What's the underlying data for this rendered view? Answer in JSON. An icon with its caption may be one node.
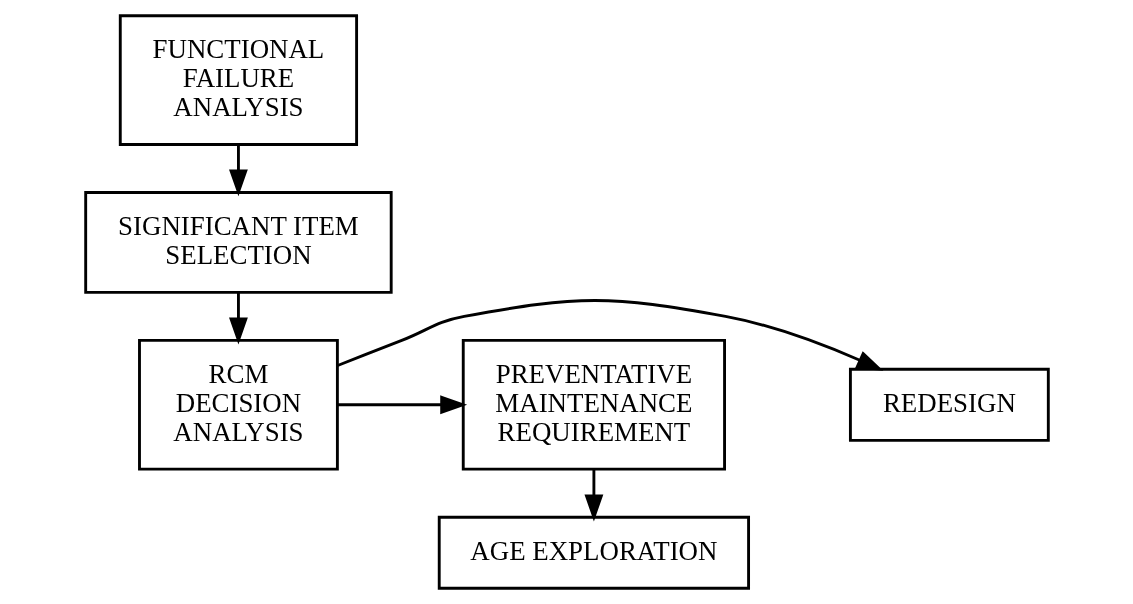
{
  "diagram": {
    "nodes": [
      {
        "text": [
          "FUNCTIONAL FAILURE ANALYSIS"
        ]
      },
      {
        "text": [
          "SIGNIFICANT ITEM SELECTION"
        ]
      },
      {
        "text": [
          "REDESIGN"
        ]
      },
      {
        "text": [
          "RCM DECISION ANALYSIS"
        ]
      },
      {
        "text": [
          "PREVENTATIVE MAINTENANCE REQUIREMENT"
        ]
      },
      {
        "text": [
          "AGE EXPLORATION"
        ]
      }
    ],
    "edges": [
      {
        "from": 0,
        "to": 1,
        "arrow": "to"
      },
      {
        "from": 1,
        "to": 3,
        "arrow": "to"
      },
      {
        "from": 3,
        "to": 2,
        "arrow": "to"
      },
      {
        "from": 3,
        "to": 4,
        "arrow": "to"
      },
      {
        "from": 4,
        "to": 5,
        "arrow": "to"
      }
    ]
  }
}
